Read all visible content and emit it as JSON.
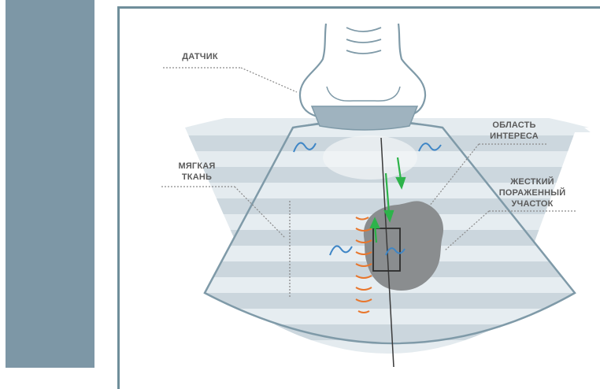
{
  "colors": {
    "sidebar": "#7d97a6",
    "frame_border": "#6f8e9a",
    "tissue_band_dark": "#ccd7de",
    "tissue_band_light": "#e4ebef",
    "lesion": "#8a8d8f",
    "arrows": "#2db34a",
    "waves": "#3f86c6",
    "shear_waves": "#e8762c",
    "probe_outline": "#7f9aa8",
    "probe_face": "#9fb3bf"
  },
  "labels": {
    "transducer": "ДАТЧИК",
    "soft_tissue_1": "МЯГКАЯ",
    "soft_tissue_2": "ТКАНЬ",
    "roi_1": "ОБЛАСТЬ",
    "roi_2": "ИНТЕРЕСА",
    "lesion_1": "ЖЕСТКИЙ",
    "lesion_2": "ПОРАЖЕННЫЙ",
    "lesion_3": "УЧАСТОК"
  }
}
